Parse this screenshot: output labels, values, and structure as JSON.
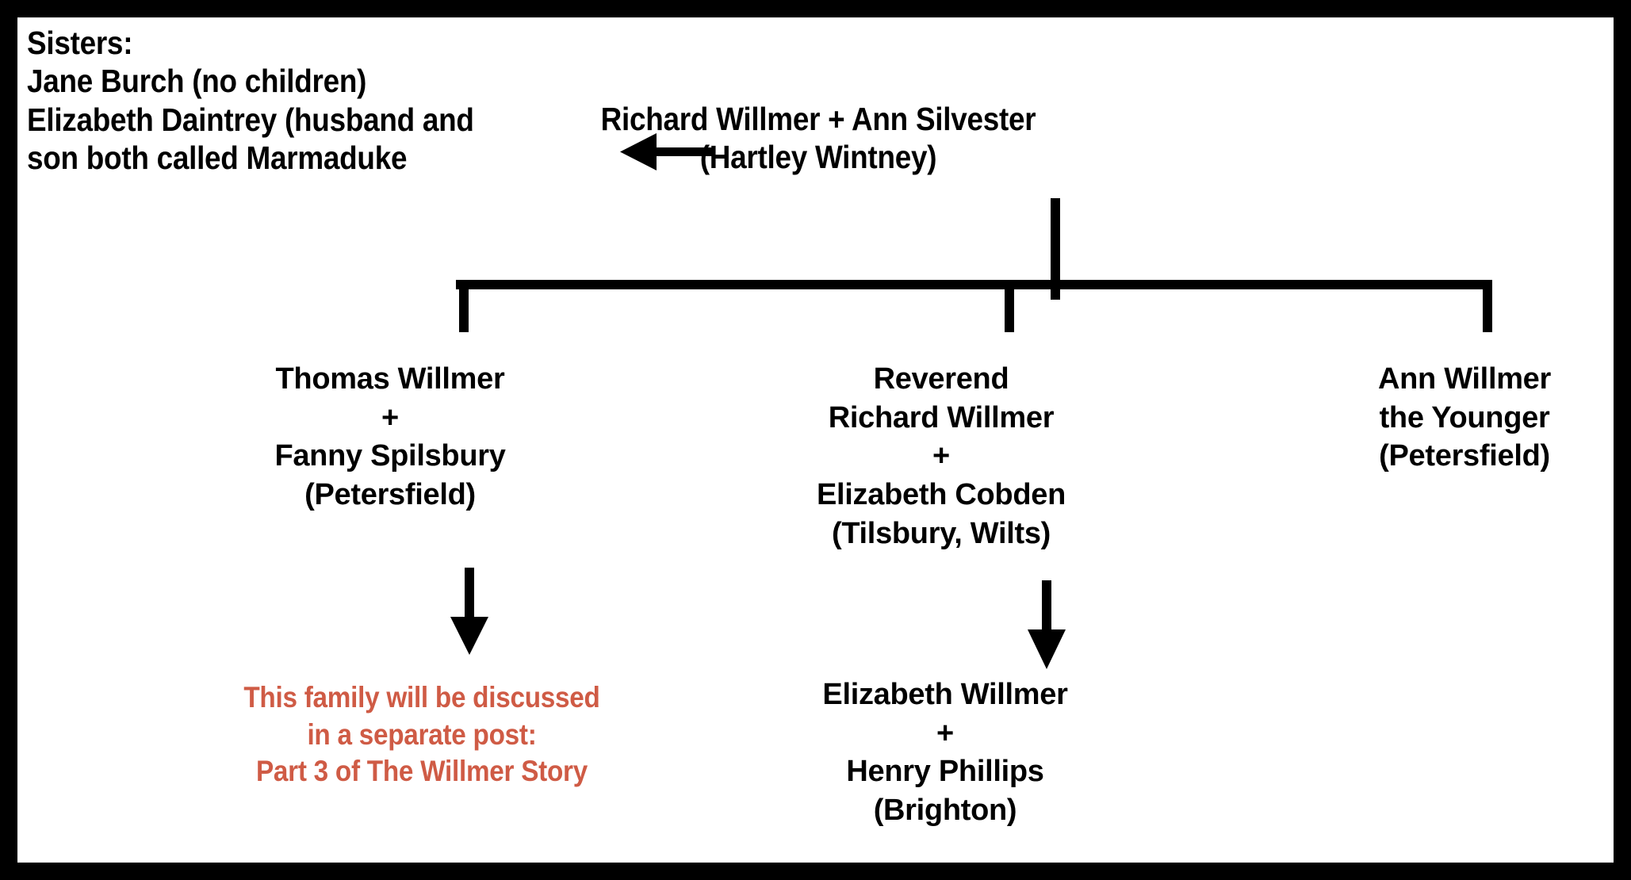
{
  "diagram": {
    "title": "Willmer family tree",
    "border_color": "#000000",
    "background_color": "#ffffff",
    "text_color": "#000000",
    "accent_color": "#CF5B45"
  },
  "sisters": {
    "heading": "Sisters:",
    "text": "Sisters:\nJane Burch (no children)\nElizabeth Daintrey (husband and\nson both called Marmaduke",
    "entries": [
      "Jane Burch (no children)",
      "Elizabeth Daintrey (husband and son both called Marmaduke"
    ]
  },
  "parents": {
    "text": "Richard Willmer + Ann Silvester\n(Hartley Wintney)",
    "names": "Richard Willmer + Ann Silvester",
    "place": "(Hartley Wintney)"
  },
  "children": [
    {
      "id": "thomas-willmer",
      "text": "Thomas Willmer\n+\nFanny Spilsbury\n(Petersfield)",
      "person": "Thomas Willmer",
      "spouse": "Fanny Spilsbury",
      "place": "(Petersfield)"
    },
    {
      "id": "reverend-richard-willmer",
      "text": "Reverend\nRichard Willmer\n+\nElizabeth Cobden\n(Tilsbury, Wilts)",
      "person": "Reverend Richard Willmer",
      "spouse": "Elizabeth Cobden",
      "place": "(Tilsbury, Wilts)"
    },
    {
      "id": "ann-willmer-the-younger",
      "text": "Ann Willmer\nthe Younger\n(Petersfield)",
      "person": "Ann Willmer the Younger",
      "spouse": "",
      "place": "(Petersfield)"
    }
  ],
  "grandchild": {
    "id": "elizabeth-willmer",
    "text": "Elizabeth Willmer\n+\nHenry Phillips\n(Brighton)",
    "person": "Elizabeth Willmer",
    "spouse": "Henry Phillips",
    "place": "(Brighton)"
  },
  "note": {
    "text": "This family will be discussed\nin a separate post:\nPart 3 of The Willmer Story",
    "color": "#CF5B45",
    "lines": [
      "This family will be discussed",
      "in a separate post:",
      "Part 3 of The Willmer Story"
    ]
  },
  "connectors": {
    "arrow_to_sisters": "left-arrow-icon",
    "arrow_down_left": "down-arrow-icon",
    "arrow_down_middle": "down-arrow-icon",
    "stem": "vertical-line",
    "sibling_bar": "horizontal-line"
  }
}
